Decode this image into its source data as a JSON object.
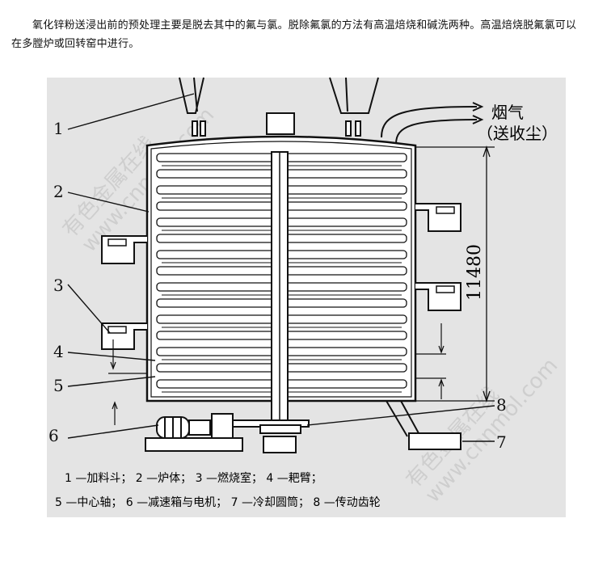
{
  "intro": {
    "paragraph": "氧化锌粉送浸出前的预处理主要是脱去其中的氟与氯。脱除氟氯的方法有高温焙烧和碱洗两种。高温焙烧脱氟氯可以在多膛炉或回转窑中进行。"
  },
  "diagram": {
    "smoke_label_1": "烟气",
    "smoke_label_2": "（送收尘）",
    "height_dimension": "11480",
    "callouts": [
      "1",
      "2",
      "3",
      "4",
      "5",
      "6",
      "7",
      "8"
    ],
    "legend_line_1": "1 —加料斗；   2 —炉体；   3 —燃烧室；   4 —耙臂；",
    "legend_line_2": "5 —中心轴；   6 —减速箱与电机；   7 —冷却圆筒；   8 —传动齿轮",
    "watermark_text_1": "有色金属在线",
    "watermark_url_1": "www.cnnmol.com",
    "watermark_text_2": "有色金属在线",
    "watermark_url_2": "www.cnnmol.com"
  }
}
